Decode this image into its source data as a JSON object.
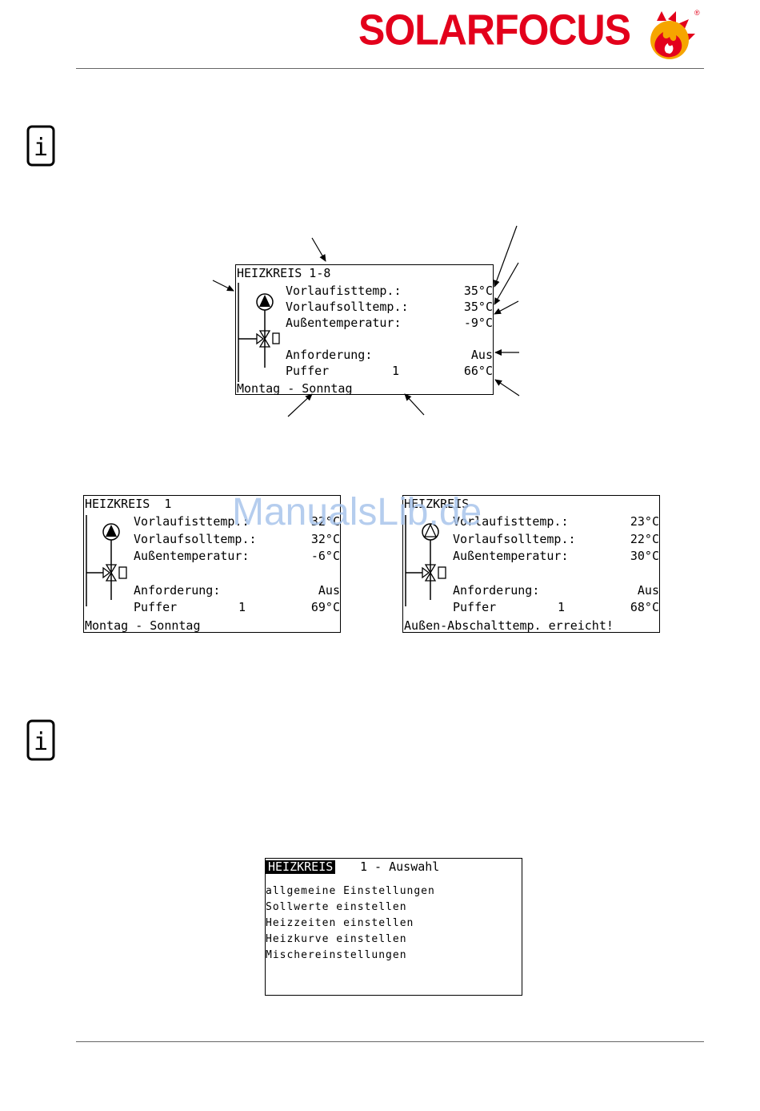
{
  "header": {
    "brand": "SOLARFOCUS",
    "trademark": "®",
    "brand_color": "#e3001b"
  },
  "info_icon_label": "i",
  "watermark": "ManualsLib.de",
  "overview_display": {
    "title": "HEIZKREIS 1-8",
    "rows": [
      {
        "label": "Vorlaufisttemp.:",
        "value": "35°C"
      },
      {
        "label": "Vorlaufsolltemp.:",
        "value": "35°C"
      },
      {
        "label": "Außentemperatur:",
        "value": "-9°C"
      },
      {
        "label": "Anforderung:",
        "value": "Aus"
      },
      {
        "label": "Puffer",
        "mid": "1",
        "value": "66°C"
      }
    ],
    "footer": "Montag - Sonntag"
  },
  "display_a": {
    "title": "HEIZKREIS  1",
    "rows": [
      {
        "label": "Vorlaufisttemp.:",
        "value": "32°C"
      },
      {
        "label": "Vorlaufsolltemp.:",
        "value": "32°C"
      },
      {
        "label": "Außentemperatur:",
        "value": "-6°C"
      },
      {
        "label": "Anforderung:",
        "value": "Aus"
      },
      {
        "label": "Puffer",
        "mid": "1",
        "value": "69°C"
      }
    ],
    "footer": "Montag - Sonntag"
  },
  "display_b": {
    "title": "HEIZKREIS",
    "rows": [
      {
        "label": "Vorlaufisttemp.:",
        "value": "23°C"
      },
      {
        "label": "Vorlaufsolltemp.:",
        "value": "22°C"
      },
      {
        "label": "Außentemperatur:",
        "value": "30°C"
      },
      {
        "label": "Anforderung:",
        "value": "Aus"
      },
      {
        "label": "Puffer",
        "mid": "1",
        "value": "68°C"
      }
    ],
    "footer": "Außen-Abschalttemp. erreicht!"
  },
  "menu_display": {
    "title_highlight": "HEIZKREIS",
    "title_rest": "1 - Auswahl",
    "items": [
      "allgemeine Einstellungen",
      "Sollwerte einstellen",
      "Heizzeiten einstellen",
      "Heizkurve einstellen",
      "Mischereinstellungen"
    ]
  }
}
